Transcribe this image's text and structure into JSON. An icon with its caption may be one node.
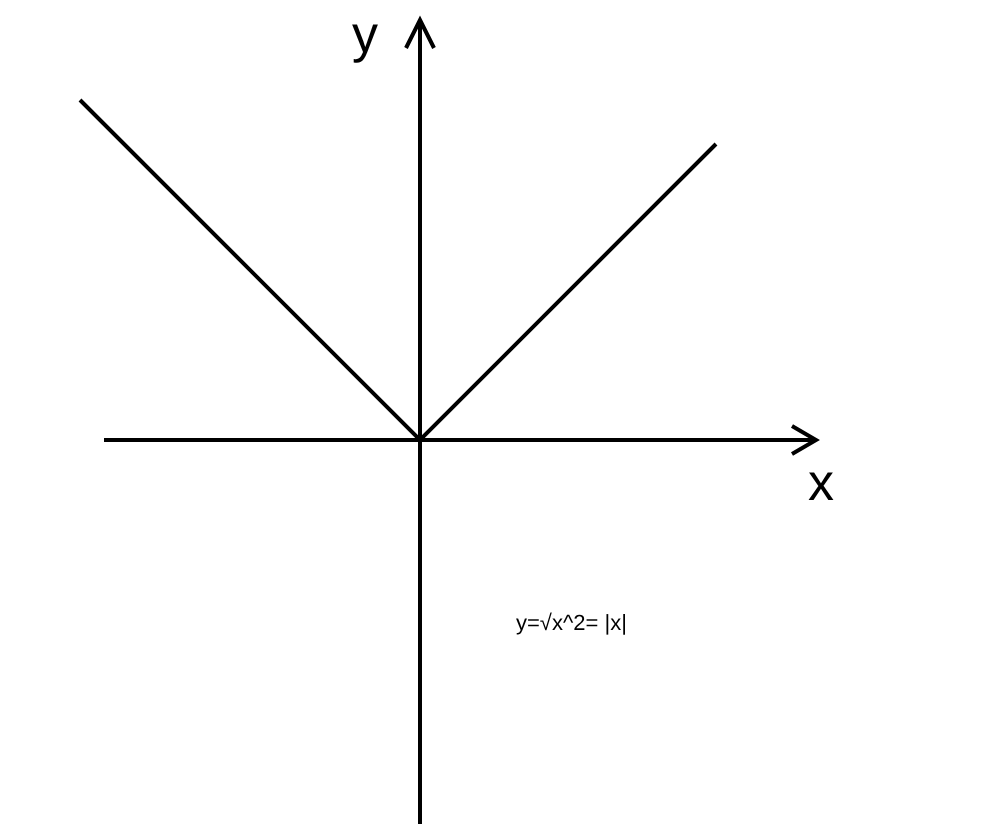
{
  "diagram": {
    "labels": [
      "y",
      "x",
      "y=√x^2= |x|"
    ]
  }
}
